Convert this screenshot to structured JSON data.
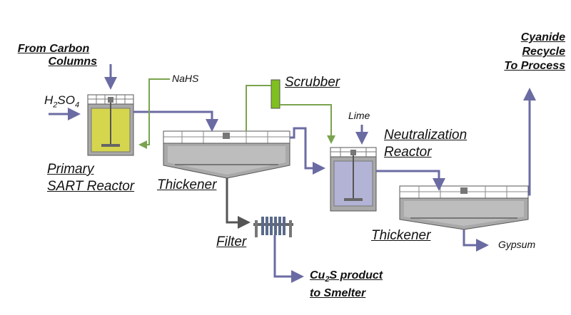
{
  "labels": {
    "from_carbon_line1": "From Carbon",
    "from_carbon_line2": "Columns",
    "acid_main": "H",
    "acid_sub1": "2",
    "acid_mid": "SO",
    "acid_sub2": "4",
    "nahs": "NaHS",
    "scrubber": "Scrubber",
    "lime": "Lime",
    "primary_line1": "Primary",
    "primary_line2": "SART Reactor",
    "thickener1": "Thickener",
    "neutralization_line1": "Neutralization",
    "neutralization_line2": "Reactor",
    "thickener2": "Thickener",
    "filter": "Filter",
    "gypsum": "Gypsum",
    "cu2s_part1": "Cu",
    "cu2s_sub": "2",
    "cu2s_part2": "S product",
    "cu2s_line2": "to Smelter",
    "cyanide_line1": "Cyanide",
    "cyanide_line2": "Recycle",
    "cyanide_line3": "To Process"
  },
  "colors": {
    "main_flow": "#6b6ba3",
    "gas_flow": "#7aa34f",
    "solids_flow": "#555555",
    "sart_liquid": "#d6d64e",
    "neutral_liquid": "#b3b3d6",
    "tank_gray": "#a9a9a9",
    "scrubber_green": "#7fbf1f"
  }
}
